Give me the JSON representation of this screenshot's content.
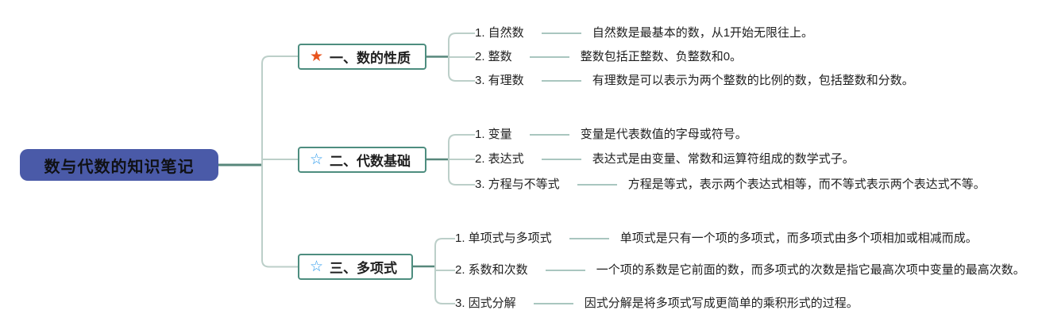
{
  "title": "数与代数的知识笔记",
  "root": {
    "label": "数与代数的知识笔记"
  },
  "icons": {
    "star_filled": "★",
    "star_outline": "☆"
  },
  "colors": {
    "root_bg": "#4a5aa8",
    "root_text": "#101114",
    "branch_border": "#4d8d7f",
    "line_dark": "#57877b",
    "line_light": "#bccfc9",
    "line_mini": "#a9c6bf",
    "text": "#1f1f1f",
    "star_filled": "#e8541e",
    "star_outline": "#2f9ced"
  },
  "branches": [
    {
      "label": "一、数的性质",
      "icon": "star-filled",
      "children": [
        {
          "label": "1. 自然数",
          "desc": "自然数是最基本的数，从1开始无限往上。"
        },
        {
          "label": "2. 整数",
          "desc": "整数包括正整数、负整数和0。"
        },
        {
          "label": "3. 有理数",
          "desc": "有理数是可以表示为两个整数的比例的数，包括整数和分数。"
        }
      ]
    },
    {
      "label": "二、代数基础",
      "icon": "star-outline",
      "children": [
        {
          "label": "1. 变量",
          "desc": "变量是代表数值的字母或符号。"
        },
        {
          "label": "2. 表达式",
          "desc": "表达式是由变量、常数和运算符组成的数学式子。"
        },
        {
          "label": "3. 方程与不等式",
          "desc": "方程是等式，表示两个表达式相等，而不等式表示两个表达式不等。"
        }
      ]
    },
    {
      "label": "三、多项式",
      "icon": "star-outline",
      "children": [
        {
          "label": "1. 单项式与多项式",
          "desc": "单项式是只有一个项的多项式，而多项式由多个项相加或相减而成。"
        },
        {
          "label": "2. 系数和次数",
          "desc": "一个项的系数是它前面的数，而多项式的次数是指它最高次项中变量的最高次数。"
        },
        {
          "label": "3. 因式分解",
          "desc": "因式分解是将多项式写成更简单的乘积形式的过程。"
        }
      ]
    }
  ]
}
